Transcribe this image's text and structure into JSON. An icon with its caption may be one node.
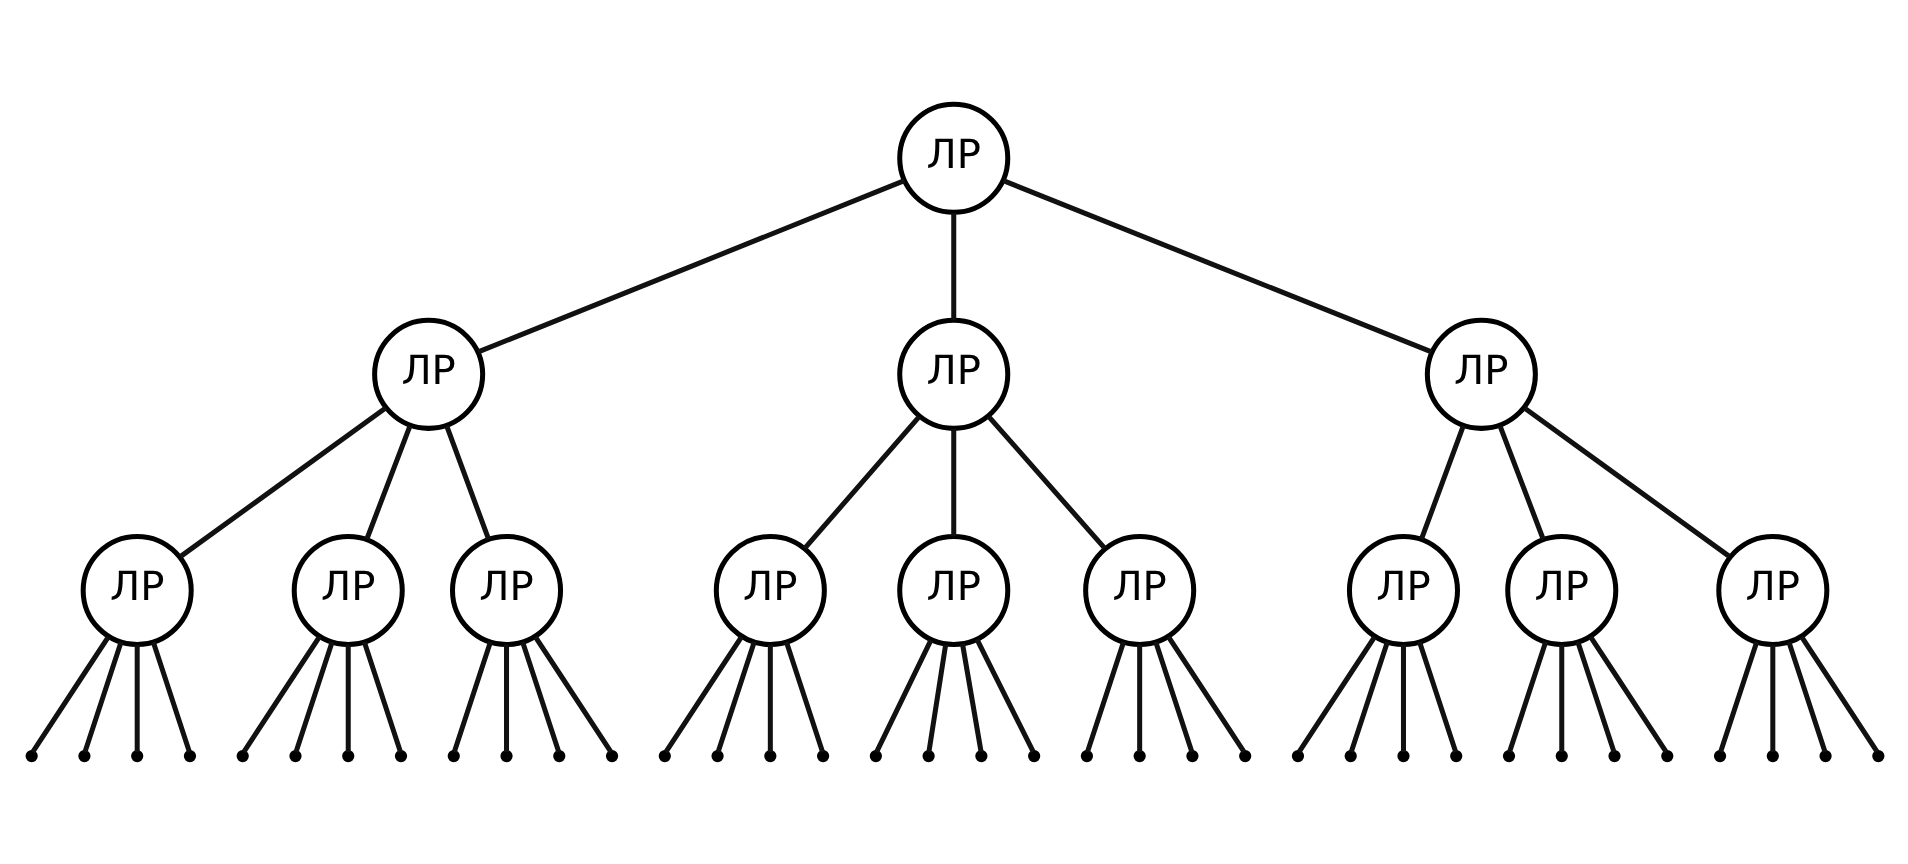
{
  "diagram": {
    "nodes": [
      {
        "text": [
          "ЛР"
        ]
      },
      {
        "text": [
          "ЛР"
        ]
      },
      {
        "text": [
          "ЛР"
        ]
      },
      {
        "text": [
          "ЛР"
        ]
      },
      {
        "text": [
          "ЛР"
        ]
      },
      {
        "text": [
          "ЛР"
        ]
      },
      {
        "text": [
          "ЛР"
        ]
      },
      {
        "text": [
          "ЛР"
        ]
      },
      {
        "text": [
          "ЛР"
        ]
      },
      {
        "text": [
          "ЛР"
        ]
      },
      {
        "text": [
          "ЛР"
        ]
      },
      {
        "text": [
          "ЛР"
        ]
      },
      {
        "text": [
          "ЛР"
        ]
      }
    ],
    "edges": [
      {
        "from": 0,
        "to": 1,
        "arrow": "none"
      },
      {
        "from": 0,
        "to": 2,
        "arrow": "none"
      },
      {
        "from": 0,
        "to": 3,
        "arrow": "none"
      },
      {
        "from": 1,
        "to": 4,
        "arrow": "none"
      },
      {
        "from": 1,
        "to": 5,
        "arrow": "none"
      },
      {
        "from": 1,
        "to": 6,
        "arrow": "none"
      },
      {
        "from": 2,
        "to": 7,
        "arrow": "none"
      },
      {
        "from": 2,
        "to": 8,
        "arrow": "none"
      },
      {
        "from": 2,
        "to": 9,
        "arrow": "none"
      },
      {
        "from": 3,
        "to": 10,
        "arrow": "none"
      },
      {
        "from": 3,
        "to": 11,
        "arrow": "none"
      },
      {
        "from": 3,
        "to": 12,
        "arrow": "none"
      },
      {
        "from": 4,
        "to": null,
        "arrow": "none"
      },
      {
        "from": 4,
        "to": null,
        "arrow": "none"
      },
      {
        "from": 4,
        "to": null,
        "arrow": "none"
      },
      {
        "from": 4,
        "to": null,
        "arrow": "none"
      },
      {
        "from": 5,
        "to": null,
        "arrow": "none"
      },
      {
        "from": 5,
        "to": null,
        "arrow": "none"
      },
      {
        "from": 5,
        "to": null,
        "arrow": "none"
      },
      {
        "from": 5,
        "to": null,
        "arrow": "none"
      },
      {
        "from": 6,
        "to": null,
        "arrow": "none"
      },
      {
        "from": 6,
        "to": null,
        "arrow": "none"
      },
      {
        "from": 6,
        "to": null,
        "arrow": "none"
      },
      {
        "from": 6,
        "to": null,
        "arrow": "none"
      },
      {
        "from": 7,
        "to": null,
        "arrow": "none"
      },
      {
        "from": 7,
        "to": null,
        "arrow": "none"
      },
      {
        "from": 7,
        "to": null,
        "arrow": "none"
      },
      {
        "from": 7,
        "to": null,
        "arrow": "none"
      },
      {
        "from": 8,
        "to": null,
        "arrow": "none"
      },
      {
        "from": 8,
        "to": null,
        "arrow": "none"
      },
      {
        "from": 8,
        "to": null,
        "arrow": "none"
      },
      {
        "from": 8,
        "to": null,
        "arrow": "none"
      },
      {
        "from": 9,
        "to": null,
        "arrow": "none"
      },
      {
        "from": 9,
        "to": null,
        "arrow": "none"
      },
      {
        "from": 9,
        "to": null,
        "arrow": "none"
      },
      {
        "from": 9,
        "to": null,
        "arrow": "none"
      },
      {
        "from": 10,
        "to": null,
        "arrow": "none"
      },
      {
        "from": 10,
        "to": null,
        "arrow": "none"
      },
      {
        "from": 10,
        "to": null,
        "arrow": "none"
      },
      {
        "from": 10,
        "to": null,
        "arrow": "none"
      },
      {
        "from": 11,
        "to": null,
        "arrow": "none"
      },
      {
        "from": 11,
        "to": null,
        "arrow": "none"
      },
      {
        "from": 11,
        "to": null,
        "arrow": "none"
      },
      {
        "from": 11,
        "to": null,
        "arrow": "none"
      },
      {
        "from": 12,
        "to": null,
        "arrow": "none"
      },
      {
        "from": 12,
        "to": null,
        "arrow": "none"
      },
      {
        "from": 12,
        "to": null,
        "arrow": "none"
      },
      {
        "from": 12,
        "to": null,
        "arrow": "none"
      }
    ]
  }
}
